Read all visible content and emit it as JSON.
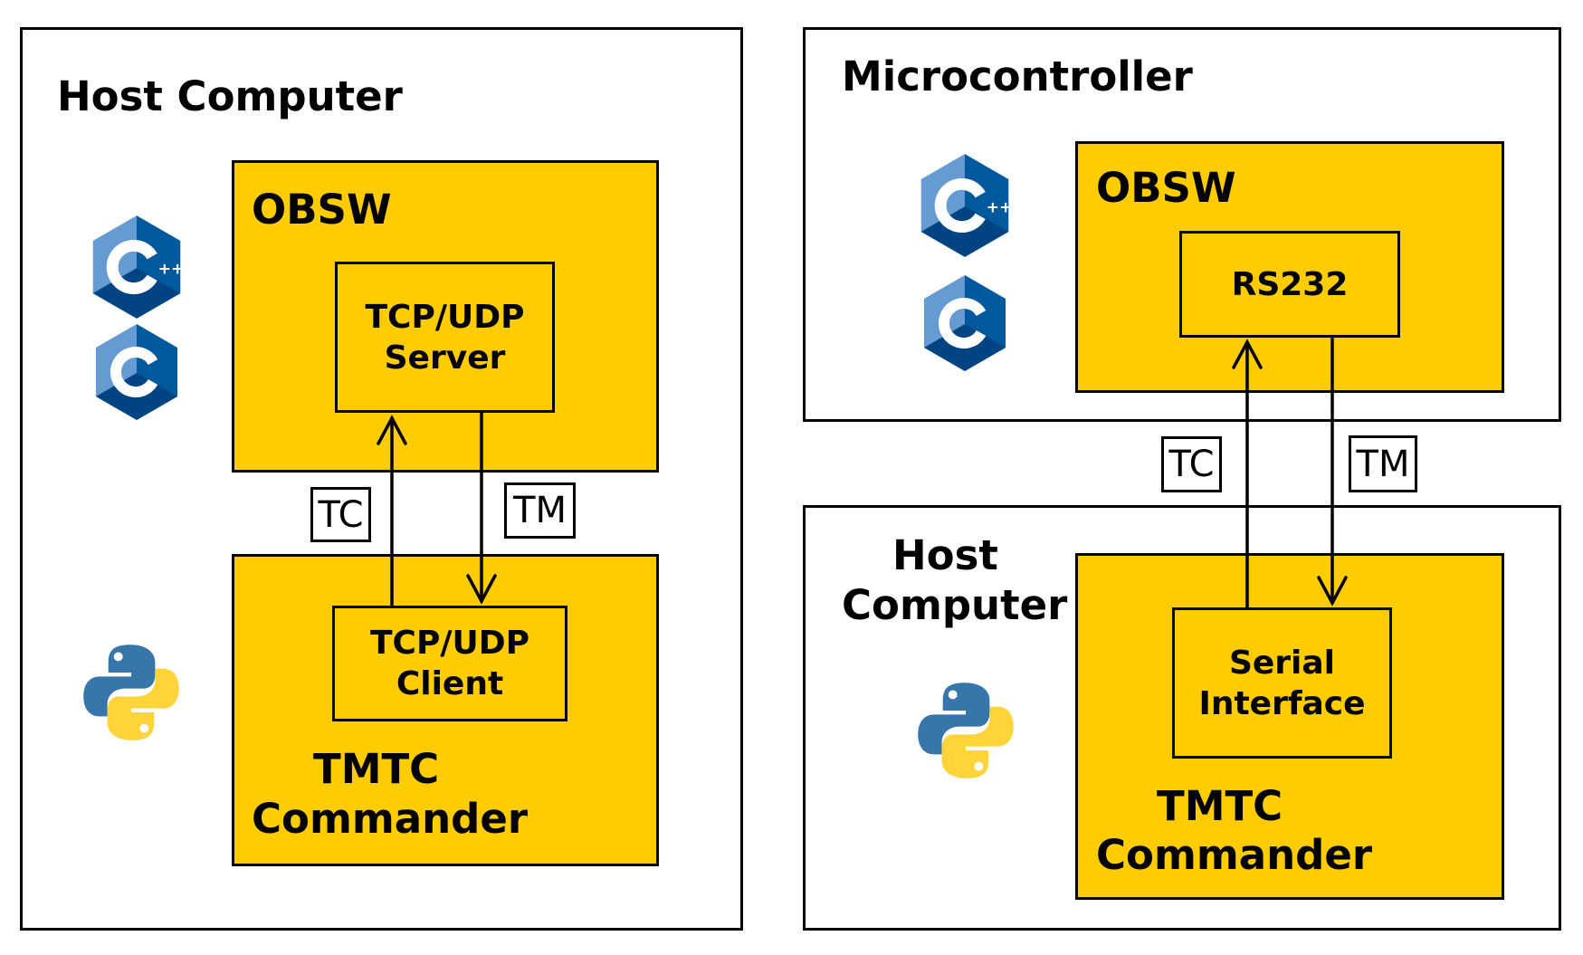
{
  "left": {
    "host_title": "Host Computer",
    "obsw_title": "OBSW",
    "server_line1": "TCP/UDP",
    "server_line2": "Server",
    "client_line1": "TCP/UDP",
    "client_line2": "Client",
    "commander_line1": "TMTC",
    "commander_line2": "Commander",
    "tc_label": "TC",
    "tm_label": "TM",
    "icons": [
      "cpp-logo-icon",
      "c-logo-icon",
      "python-logo-icon"
    ]
  },
  "right": {
    "micro_title": "Microcontroller",
    "obsw_title": "OBSW",
    "rs232_label": "RS232",
    "host_line1": "Host",
    "host_line2": "Computer",
    "serial_line1": "Serial",
    "serial_line2": "Interface",
    "commander_line1": "TMTC",
    "commander_line2": "Commander",
    "tc_label": "TC",
    "tm_label": "TM",
    "icons": [
      "cpp-logo-icon",
      "c-logo-icon",
      "python-logo-icon"
    ]
  },
  "colors": {
    "box_fill": "#FFCC00",
    "cpp_blue_light": "#659AD2",
    "cpp_blue_dark": "#004482",
    "python_blue": "#3776AB",
    "python_yellow": "#FFD43B"
  }
}
